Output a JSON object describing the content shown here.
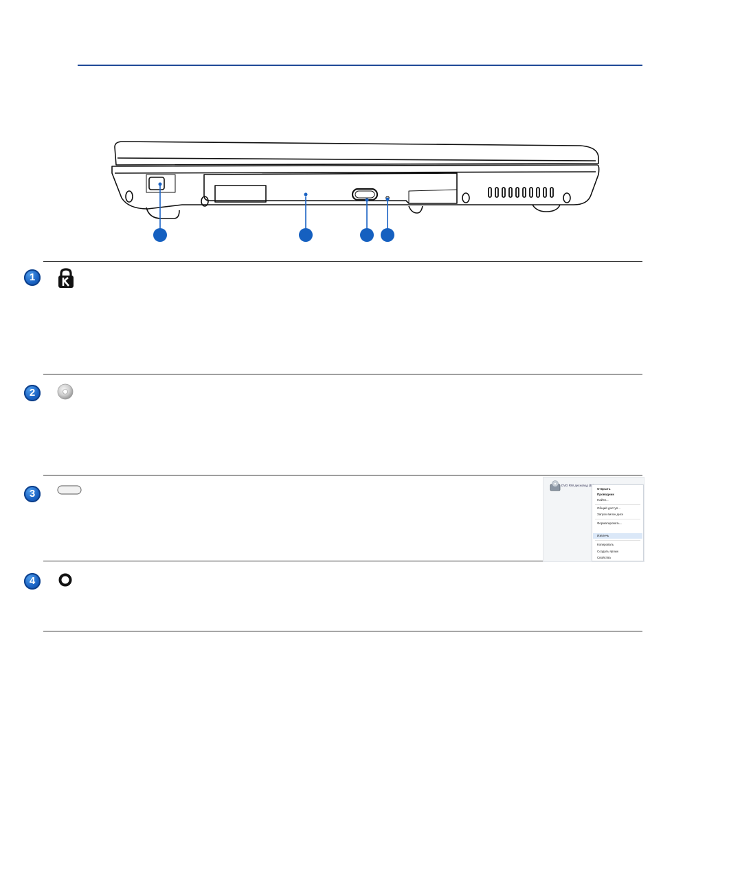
{
  "items": [
    {
      "number": "1",
      "icon": "kensington-lock-icon"
    },
    {
      "number": "2",
      "icon": "optical-disc-icon"
    },
    {
      "number": "3",
      "icon": "eject-button-icon"
    },
    {
      "number": "4",
      "icon": "emergency-eject-hole-icon"
    }
  ],
  "context_menu": {
    "drive_label": "DVD RW дисковод (E:)",
    "items": [
      "Открыть",
      "Проводник",
      "Найти...",
      "Общий доступ...",
      "Запуск вилок диск",
      "Форматировать...",
      "Извлечь",
      "Копировать",
      "Создать ярлык",
      "Свойства"
    ]
  },
  "colors": {
    "accent": "#1f4a97",
    "badge": "#1a63c4"
  }
}
